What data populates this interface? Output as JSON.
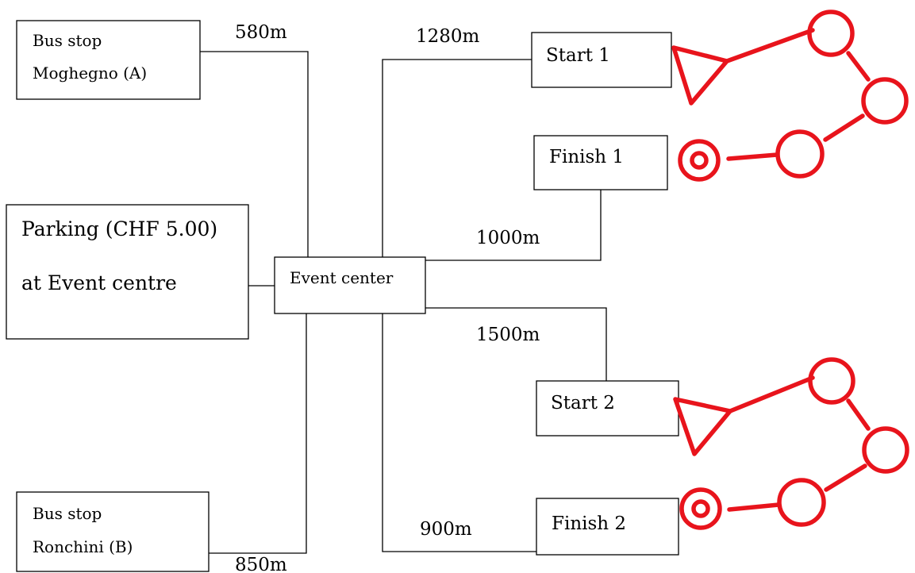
{
  "colors": {
    "course_marker": "#e8141c",
    "line": "#000000"
  },
  "boxes": {
    "bus_a": {
      "line1": "Bus stop",
      "line2": "Moghegno (A)"
    },
    "parking": {
      "line1": "Parking (CHF 5.00)",
      "line2": "at Event centre"
    },
    "bus_b": {
      "line1": "Bus stop",
      "line2": "Ronchini (B)"
    },
    "event_center": "Event center",
    "start1": "Start 1",
    "finish1": "Finish 1",
    "start2": "Start 2",
    "finish2": "Finish 2"
  },
  "distances": {
    "bus_a": "580m",
    "start1": "1280m",
    "finish1": "1000m",
    "start2": "1500m",
    "finish2": "900m",
    "bus_b": "850m"
  },
  "course_symbols": [
    {
      "name": "course-1",
      "elements": [
        "start-triangle-icon",
        "control-circle-icon",
        "control-circle-icon",
        "control-circle-icon",
        "finish-double-circle-icon"
      ]
    },
    {
      "name": "course-2",
      "elements": [
        "start-triangle-icon",
        "control-circle-icon",
        "control-circle-icon",
        "control-circle-icon",
        "finish-double-circle-icon"
      ]
    }
  ]
}
